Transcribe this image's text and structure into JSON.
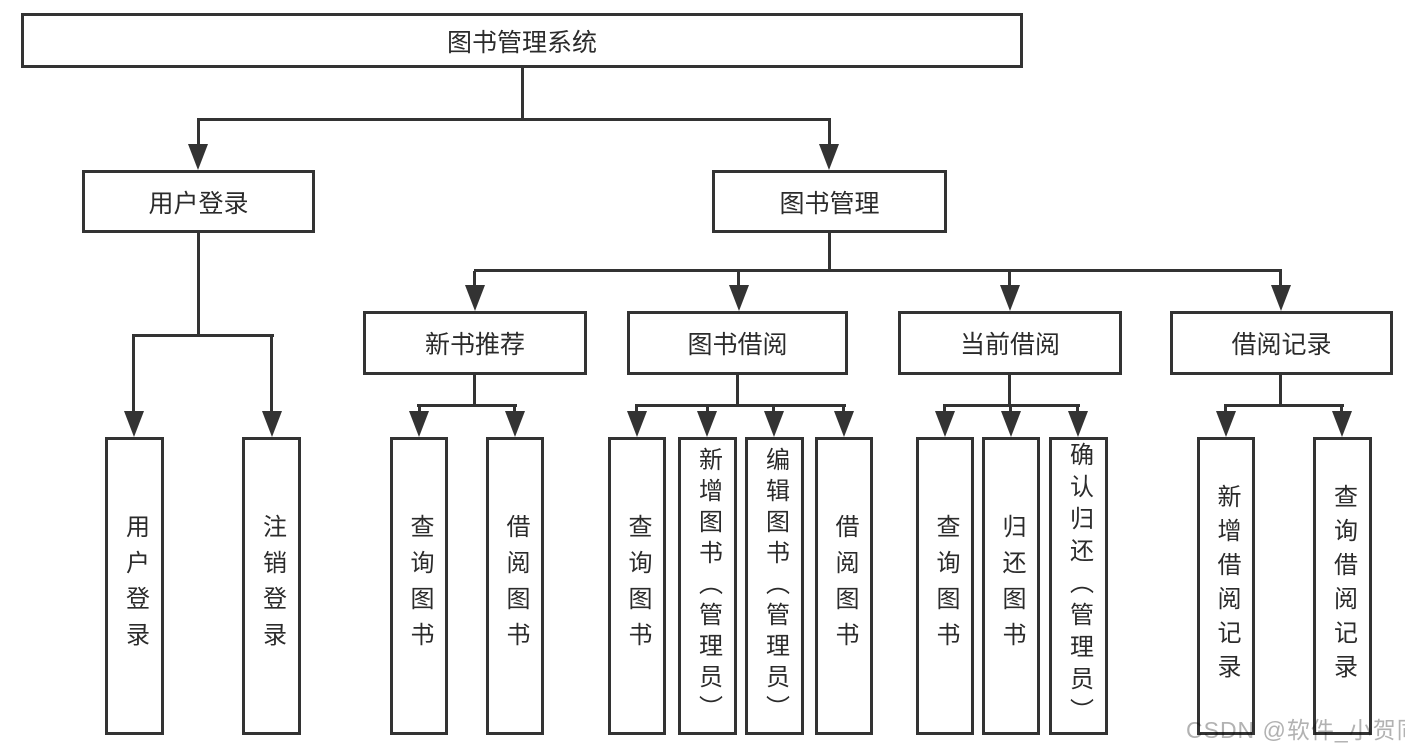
{
  "diagram": {
    "root": {
      "label": "图书管理系统"
    },
    "level2": [
      {
        "label": "用户登录"
      },
      {
        "label": "图书管理"
      }
    ],
    "level3": [
      {
        "label": "新书推荐"
      },
      {
        "label": "图书借阅"
      },
      {
        "label": "当前借阅"
      },
      {
        "label": "借阅记录"
      }
    ],
    "leaves": {
      "user_login": [
        {
          "label": "用户登录"
        },
        {
          "label": "注销登录"
        }
      ],
      "new_book": [
        {
          "label": "查询图书"
        },
        {
          "label": "借阅图书"
        }
      ],
      "book_borrow": [
        {
          "label": "查询图书"
        },
        {
          "label": "新增图书（管理员）"
        },
        {
          "label": "编辑图书（管理员）"
        },
        {
          "label": "借阅图书"
        }
      ],
      "current_borrow": [
        {
          "label": "查询图书"
        },
        {
          "label": "归还图书"
        },
        {
          "label": "确认归还（管理员）"
        }
      ],
      "borrow_record": [
        {
          "label": "新增借阅记录"
        },
        {
          "label": "查询借阅记录"
        }
      ]
    },
    "watermark": "CSDN @软件_小贺同学",
    "colors": {
      "line": "#333333",
      "text": "#2b2b2b",
      "watermark": "#b2b2b2",
      "background": "#ffffff"
    }
  }
}
